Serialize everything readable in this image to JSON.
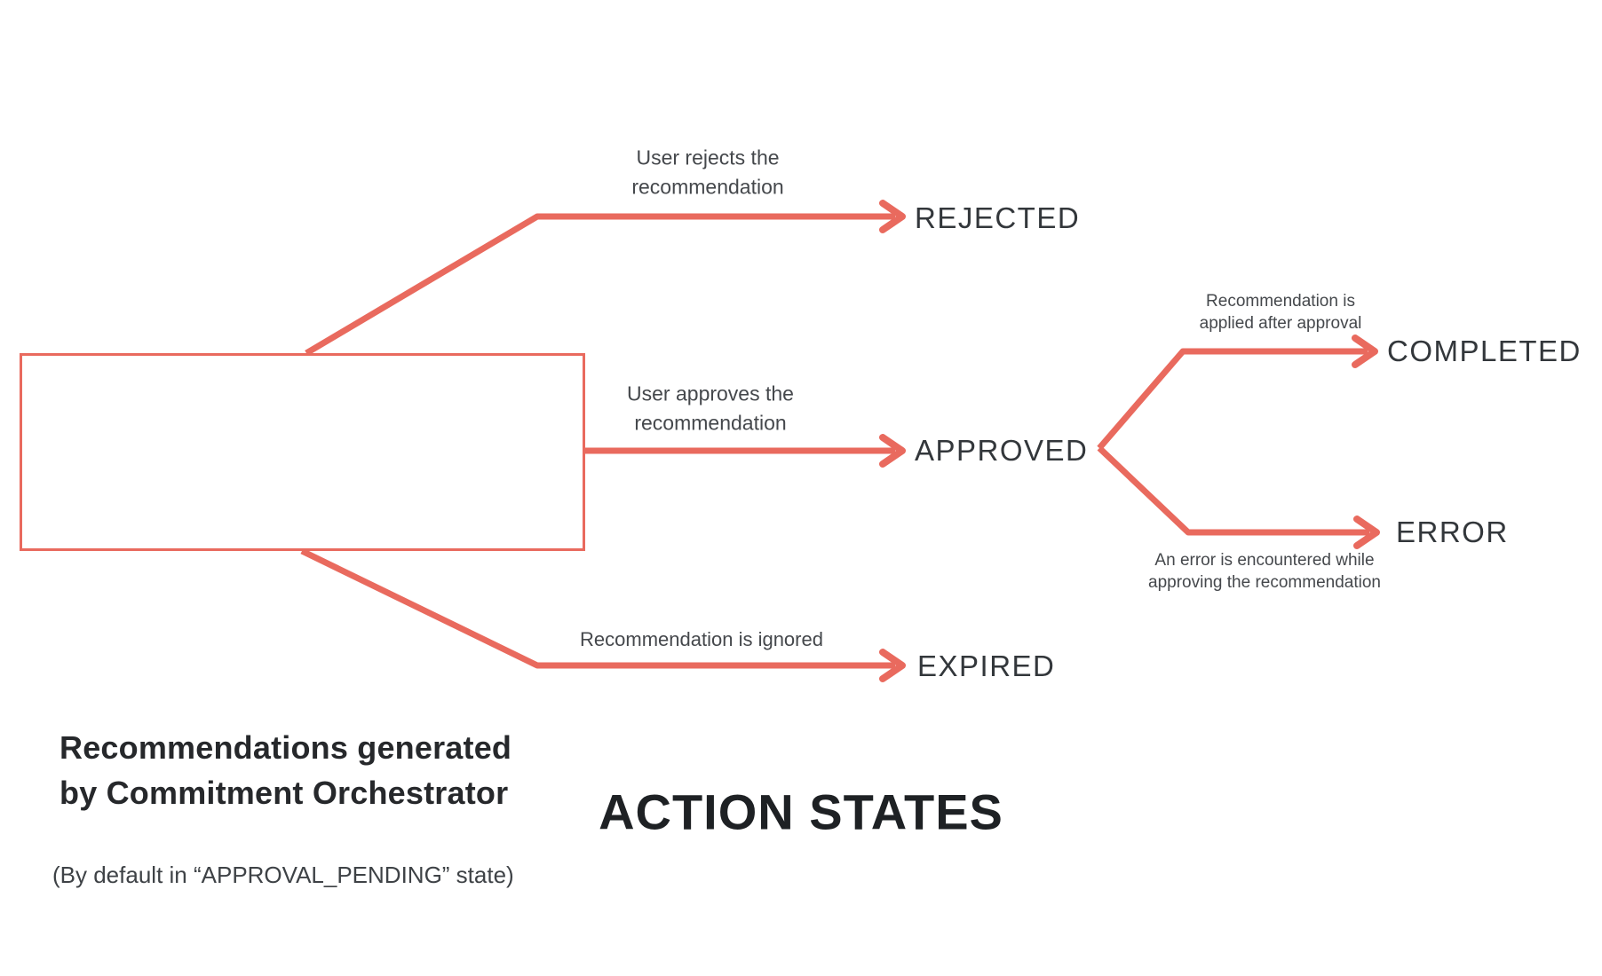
{
  "colors": {
    "accent": "#e96a5e",
    "state_text": "#33373b",
    "label_text": "#45484c",
    "box_title_text": "#26282b"
  },
  "source_box": {
    "title": "Recommendations generated by Commitment Orchestrator",
    "subtitle": "(By default in “APPROVAL_PENDING” state)"
  },
  "transitions": {
    "rejected": {
      "label": "User rejects the recommendation",
      "state": "REJECTED"
    },
    "approved": {
      "label": "User approves the recommendation",
      "state": "APPROVED"
    },
    "expired": {
      "label": "Recommendation is ignored",
      "state": "EXPIRED"
    },
    "completed": {
      "label": "Recommendation is applied after approval",
      "state": "COMPLETED"
    },
    "error": {
      "label": "An error is encountered while approving the recommendation",
      "state": "ERROR"
    }
  },
  "footer_title": "ACTION STATES"
}
